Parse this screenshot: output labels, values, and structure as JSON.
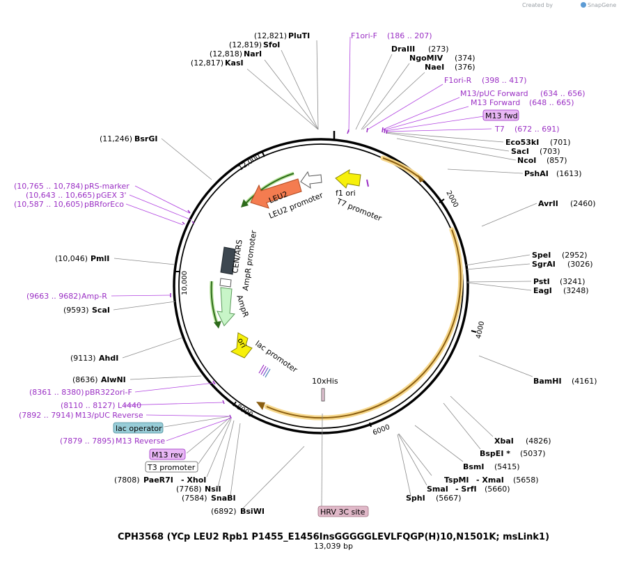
{
  "credit": {
    "prefix": "Created by",
    "brand": "SnapGene"
  },
  "title": "CPH3568 (YCp LEU2 Rpb1 P1455_E1456InsGGGGGLEVLFQGP(H)10,N1501K; msLink1)",
  "subtitle": "13,039 bp",
  "tick_labels": [
    "2000",
    "4000",
    "6000",
    "8000",
    "10,000",
    "12,000"
  ],
  "enzymes_top": [
    {
      "pos": "(12,821)",
      "name": "PluTI"
    },
    {
      "pos": "(12,819)",
      "name": "SfoI"
    },
    {
      "pos": "(12,818)",
      "name": "NarI"
    },
    {
      "pos": "(12,817)",
      "name": "KasI"
    }
  ],
  "enzymes_right_top": [
    {
      "name": "DraIII",
      "pos": "(273)"
    },
    {
      "name": "NgoMIV",
      "pos": "(374)"
    },
    {
      "name": "NaeI",
      "pos": "(376)"
    }
  ],
  "primers_top_right": [
    {
      "name": "F1ori-F",
      "pos": "(186 .. 207)"
    },
    {
      "name": "F1ori-R",
      "pos": "(398 .. 417)"
    },
    {
      "name": "M13/pUC Forward",
      "pos": "(634 .. 656)"
    },
    {
      "name": "M13 Forward",
      "pos": "(648 .. 665)"
    },
    {
      "name": "T7",
      "pos": "(672 .. 691)"
    }
  ],
  "boxes": {
    "m13_fwd": "M13 fwd",
    "lac_operator": "lac operator",
    "m13_rev": "M13 rev",
    "t3_promoter": "T3 promoter",
    "hrv_3c_site": "HRV 3C site"
  },
  "enzymes_right": [
    {
      "name": "Eco53kI",
      "pos": "(701)"
    },
    {
      "name": "SacI",
      "pos": "(703)"
    },
    {
      "name": "NcoI",
      "pos": "(857)"
    },
    {
      "name": "PshAI",
      "pos": "(1613)"
    },
    {
      "name": "AvrII",
      "pos": "(2460)"
    },
    {
      "name": "SpeI",
      "pos": "(2952)"
    },
    {
      "name": "SgrAI",
      "pos": "(3026)"
    },
    {
      "name": "PstI",
      "pos": "(3241)"
    },
    {
      "name": "EagI",
      "pos": "(3248)"
    },
    {
      "name": "BamHI",
      "pos": "(4161)"
    },
    {
      "name": "XbaI",
      "pos": "(4826)"
    },
    {
      "name": "BspEI *",
      "pos": "(5037)"
    },
    {
      "name": "BsmI",
      "pos": "(5415)"
    }
  ],
  "enzymes_bottom": {
    "tspmi": "TspMI",
    "xmai": "- XmaI",
    "xmai_pos": "(5658)",
    "smai": "SmaI",
    "srfi": "- SrfI",
    "srfi_pos": "(5660)",
    "sphi": "SphI",
    "sphi_pos": "(5667)",
    "paer7i_pos": "(7808)",
    "paer7i": "PaeR7I",
    "xhoi": "- XhoI",
    "nsii_pos": "(7768)",
    "nsii": "NsiI",
    "snabi_pos": "(7584)",
    "snabi": "SnaBI",
    "bsiwi_pos": "(6892)",
    "bsiwi": "BsiWI"
  },
  "enzymes_left": [
    {
      "pos": "(11,246)",
      "name": "BsrGI"
    },
    {
      "pos": "(10,046)",
      "name": "PmlI"
    },
    {
      "pos": "(9593)",
      "name": "ScaI"
    },
    {
      "pos": "(9113)",
      "name": "AhdI"
    },
    {
      "pos": "(8636)",
      "name": "AlwNI"
    }
  ],
  "primers_left": [
    {
      "pos": "(10,765 .. 10,784)",
      "name": "pRS-marker"
    },
    {
      "pos": "(10,643 .. 10,665)",
      "name": "pGEX 3'"
    },
    {
      "pos": "(10,587 .. 10,605)",
      "name": "pBRforEco"
    },
    {
      "pos": "(9663 .. 9682)",
      "name": "Amp-R"
    },
    {
      "pos": "(8361 .. 8380)",
      "name": "pBR322ori-F"
    },
    {
      "pos": "(8110 .. 8127)",
      "name": "L4440"
    },
    {
      "pos": "(7892 .. 7914)",
      "name": "M13/pUC Reverse"
    },
    {
      "pos": "(7879 .. 7895)",
      "name": "M13 Reverse"
    }
  ],
  "features": {
    "leu2": "LEU2",
    "leu2_promoter": "LEU2 promoter",
    "f1_ori": "f1 ori",
    "t7_promoter": "T7 promoter",
    "cen_ars": "CEN/ARS",
    "ampr_promoter": "AmpR promoter",
    "ampr": "AmpR",
    "ori": "ori",
    "lac_promoter": "lac promoter",
    "his_tag": "10xHis"
  },
  "colors": {
    "leu2": "#f47c50",
    "f1ori": "#f7f00a",
    "ampr": "#c8f5c8",
    "cenars": "#3d4750",
    "orf_glow": "#f7d88c",
    "orf_core": "#8b5e10",
    "primer": "#9a2fc4",
    "m13_box": "#e8b7f5",
    "lac_box": "#98cdd8",
    "hrv_box": "#e0b8c8"
  }
}
